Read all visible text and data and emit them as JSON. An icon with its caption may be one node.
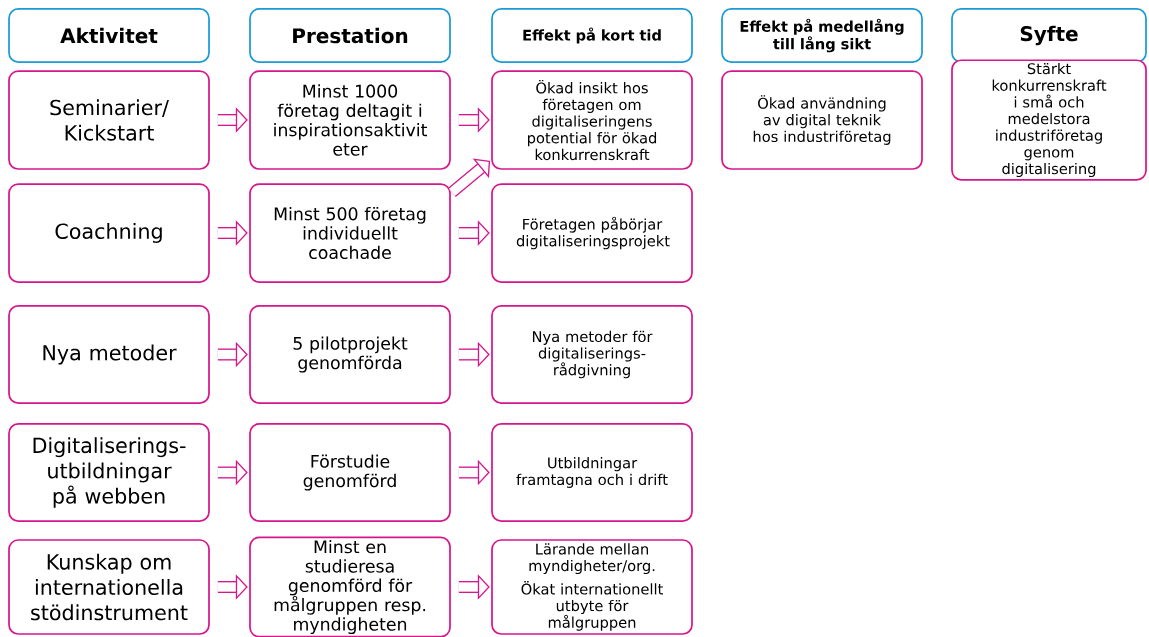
{
  "diagram": {
    "nodes": [
      {
        "text": [
          "Aktivitet"
        ]
      },
      {
        "text": [
          "Prestation"
        ]
      },
      {
        "text": [
          "Effekt på kort tid"
        ]
      },
      {
        "text": [
          "Effekt på medellång till lång sikt"
        ]
      },
      {
        "text": [
          "Syfte"
        ]
      },
      {
        "text": [
          "Seminarier/ Kickstart"
        ]
      },
      {
        "text": [
          "Minst 1000 företag deltagit i inspirationsaktivit eter"
        ]
      },
      {
        "text": [
          "Ökad insikt hos företagen om digitaliseringens potential för ökad konkurrenskraft"
        ]
      },
      {
        "text": [
          "Ökad användning av digital teknik hos industriföretag"
        ]
      },
      {
        "text": [
          "Stärkt konkurrenskraft i små och medelstora industriföretag genom digitalisering"
        ]
      },
      {
        "text": [
          "Coachning"
        ]
      },
      {
        "text": [
          "Minst 500 företag individuellt coachade"
        ]
      },
      {
        "text": [
          "Företagen påbörjar digitaliseringsprojekt"
        ]
      },
      {
        "text": [
          "Nya metoder"
        ]
      },
      {
        "text": [
          "5 pilotprojekt genomförda"
        ]
      },
      {
        "text": [
          "Nya metoder för digitaliserings- rådgivning"
        ]
      },
      {
        "text": [
          "Digitaliserings- utbildningar på webben"
        ]
      },
      {
        "text": [
          "Förstudie genomförd"
        ]
      },
      {
        "text": [
          "Utbildningar framtagna och i drift"
        ]
      },
      {
        "text": [
          "Kunskap om internationella stödinstrument"
        ]
      },
      {
        "text": [
          "Minst en studieresa genomförd för målgruppen resp. myndigheten"
        ]
      },
      {
        "text": [
          "Lärande mellan myndigheter/org.",
          "Ökat internationellt utbyte för målgruppen"
        ]
      }
    ],
    "edges": [
      {
        "from": 5,
        "to": 6,
        "arrow": "to"
      },
      {
        "from": 6,
        "to": 7,
        "arrow": "to"
      },
      {
        "from": 10,
        "to": 11,
        "arrow": "to"
      },
      {
        "from": 11,
        "to": 7,
        "arrow": "to"
      },
      {
        "from": 11,
        "to": 12,
        "arrow": "to"
      },
      {
        "from": 13,
        "to": 14,
        "arrow": "to"
      },
      {
        "from": 14,
        "to": 15,
        "arrow": "to"
      },
      {
        "from": 16,
        "to": 17,
        "arrow": "to"
      },
      {
        "from": 17,
        "to": 18,
        "arrow": "to"
      },
      {
        "from": 19,
        "to": 20,
        "arrow": "to"
      },
      {
        "from": 20,
        "to": 21,
        "arrow": "to"
      }
    ]
  }
}
